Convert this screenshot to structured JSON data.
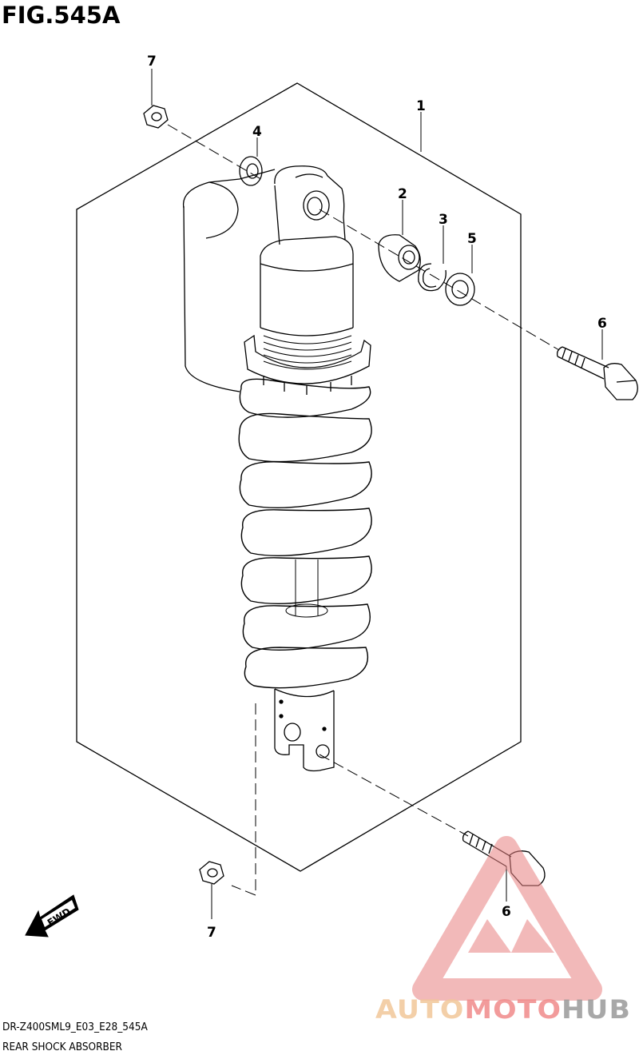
{
  "figure": {
    "title": "FIG.545A",
    "code": "DR-Z400SML9_E03_E28_545A",
    "name": "REAR SHOCK ABSORBER"
  },
  "callouts": [
    "1",
    "2",
    "3",
    "4",
    "5",
    "6",
    "6",
    "7",
    "7"
  ],
  "fwd_label": "FWD",
  "watermark": {
    "text": "AUTOMOTOHUB",
    "accent_color": "#e88080",
    "text_color_light": "#f2c79a",
    "text_color_mid": "#f08a8a",
    "text_color_dark": "#9a9a9a"
  }
}
